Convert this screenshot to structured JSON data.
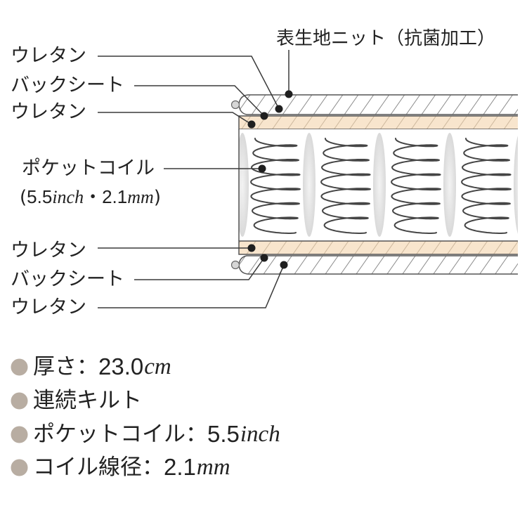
{
  "cover_label": "表生地ニット（抗菌加工）",
  "layers": {
    "top_urethane_outer": "ウレタン",
    "top_back_sheet": "バックシート",
    "top_urethane_inner": "ウレタン",
    "pocket_coil": "ポケットコイル",
    "pocket_coil_spec": {
      "open": "(",
      "size": "5.5",
      "size_unit": "inch",
      "separator": "・",
      "wire": "2.1",
      "wire_unit": "mm",
      "close": ")"
    },
    "bottom_urethane_inner": "ウレタン",
    "bottom_back_sheet": "バックシート",
    "bottom_urethane_outer": "ウレタン"
  },
  "specs": [
    {
      "label": "厚さ",
      "separator": "：",
      "value": "23.0",
      "unit": "cm"
    },
    {
      "label": "連続キルト"
    },
    {
      "label": "ポケットコイル",
      "separator": "：",
      "value": "5.5",
      "unit": "inch"
    },
    {
      "label": "コイル線径",
      "separator": "：",
      "value": "2.1",
      "unit": "mm"
    }
  ],
  "colors": {
    "outline": "#555555",
    "cover_hatch": "#8c8c8c",
    "urethane_band": "#f8e5cd",
    "urethane_hatch": "#cdb89d",
    "coil": "#454545",
    "seam": "#d9d9d9",
    "seam_center": "#f3f3f3",
    "piping": "#d6d6d6",
    "leader": "#3a3a3a",
    "marker_dot": "#1f1f1f",
    "bullet": "#b8ada2"
  }
}
